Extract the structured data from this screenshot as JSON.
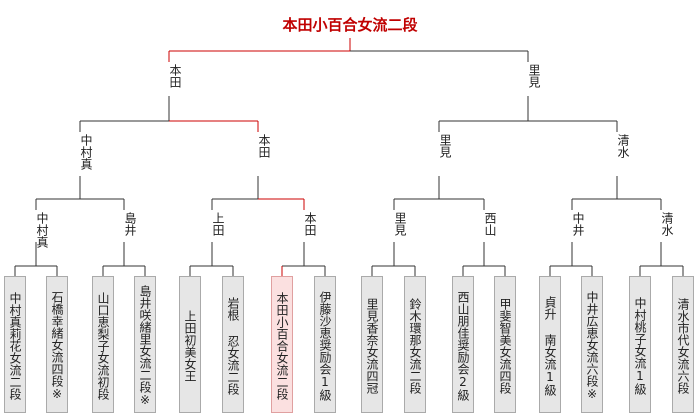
{
  "champion": "本田小百合女流二段",
  "rounds": {
    "final": [
      "本田",
      "里見"
    ],
    "semi": [
      "中村真",
      "本田",
      "里見",
      "清水"
    ],
    "quarter": [
      "中村真",
      "島井",
      "上田",
      "本田",
      "里見",
      "西山",
      "中井",
      "清水"
    ]
  },
  "players": [
    "中村真莉花女流二段",
    "石橋幸緒女流四段※",
    "山口恵梨子女流初段",
    "島井咲緒里女流二段※",
    "上田初美女王",
    "岩根 忍女流二段",
    "本田小百合女流二段",
    "伊藤沙恵奨励会1級",
    "里見香奈女流四冠",
    "鈴木環那女流二段",
    "西山朋佳奨励会2級",
    "甲斐智美女流四段",
    "貞升 南女流1級",
    "中井広恵女流六段※",
    "中村桃子女流1級",
    "清水市代女流六段"
  ],
  "highlight_path": {
    "winner_player_index": 6,
    "quarter_index": 3,
    "semi_index": 1,
    "final_index": 0
  },
  "colors": {
    "line": "#333333",
    "win_line": "#cc0000",
    "champion_text": "#c00000"
  }
}
